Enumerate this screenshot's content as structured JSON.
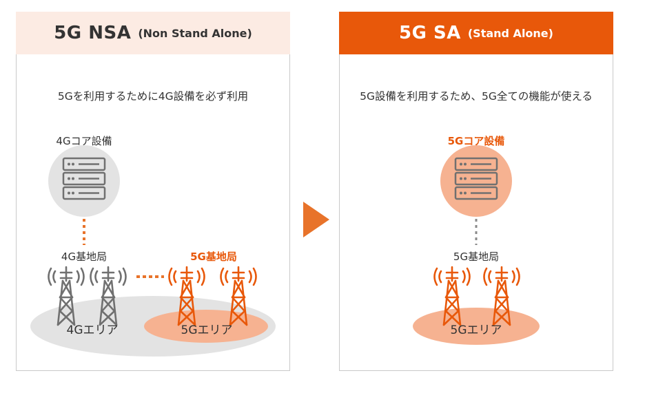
{
  "nsa": {
    "title": "5G NSA",
    "subtitle": "(Non Stand Alone)",
    "description": "5Gを利用するために4G設備を必ず利用",
    "core_label": "4Gコア設備",
    "station_4g_label": "4G基地局",
    "station_5g_label": "5G基地局",
    "area_4g_label": "4Gエリア",
    "area_5g_label": "5Gエリア"
  },
  "sa": {
    "title": "5G SA",
    "subtitle": "(Stand Alone)",
    "description": "5G設備を利用するため、5G全ての機能が使える",
    "core_label": "5Gコア設備",
    "station_5g_label": "5G基地局",
    "area_5g_label": "5Gエリア"
  },
  "colors": {
    "orange": "#e8580a",
    "orange_light": "#f6b291",
    "pink_header": "#fcebe3",
    "gray": "#707070",
    "gray_light": "#e3e3e3"
  },
  "icons": {
    "server": "server-rack-icon",
    "tower": "cell-tower-icon",
    "arrow": "play-arrow-icon"
  }
}
